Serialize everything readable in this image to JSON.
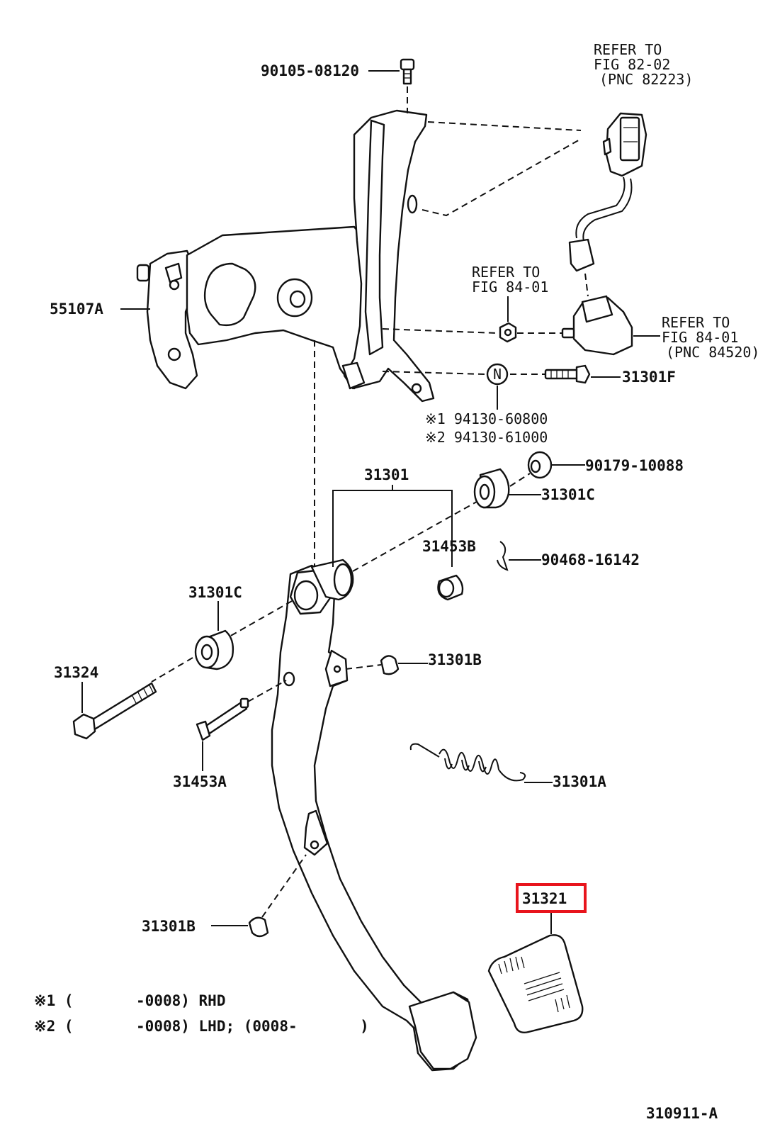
{
  "highlight_color": "#e8141c",
  "labels": {
    "bolt_top": "90105-08120",
    "refer_82_line1": "REFER TO",
    "refer_82_line2": "FIG 82-02",
    "refer_82_line3": "(PNC 82223)",
    "bracket": "55107A",
    "refer_84a_line1": "REFER TO",
    "refer_84a_line2": "FIG 84-01",
    "refer_84b_line1": "REFER TO",
    "refer_84b_line2": "FIG 84-01",
    "refer_84b_line3": "(PNC 84520)",
    "bolt_31301f": "31301F",
    "nut_note1": "※1 94130-60800",
    "nut_note2": "※2 94130-61000",
    "pedal_sub": "31301",
    "washer": "90179-10088",
    "bushing_right": "31301C",
    "pin_b": "31453B",
    "clip": "90468-16142",
    "bushing_left": "31301C",
    "bolt_31324": "31324",
    "cushion_upper": "31301B",
    "pin_a": "31453A",
    "spring": "31301A",
    "cushion_lower": "31301B",
    "pad_highlighted": "31321",
    "note1": "※1 (       -0008) RHD",
    "note2": "※2 (       -0008) LHD; (0008-       )",
    "figure_id": "310911-A"
  },
  "icons": {
    "nut_marker": "N"
  }
}
